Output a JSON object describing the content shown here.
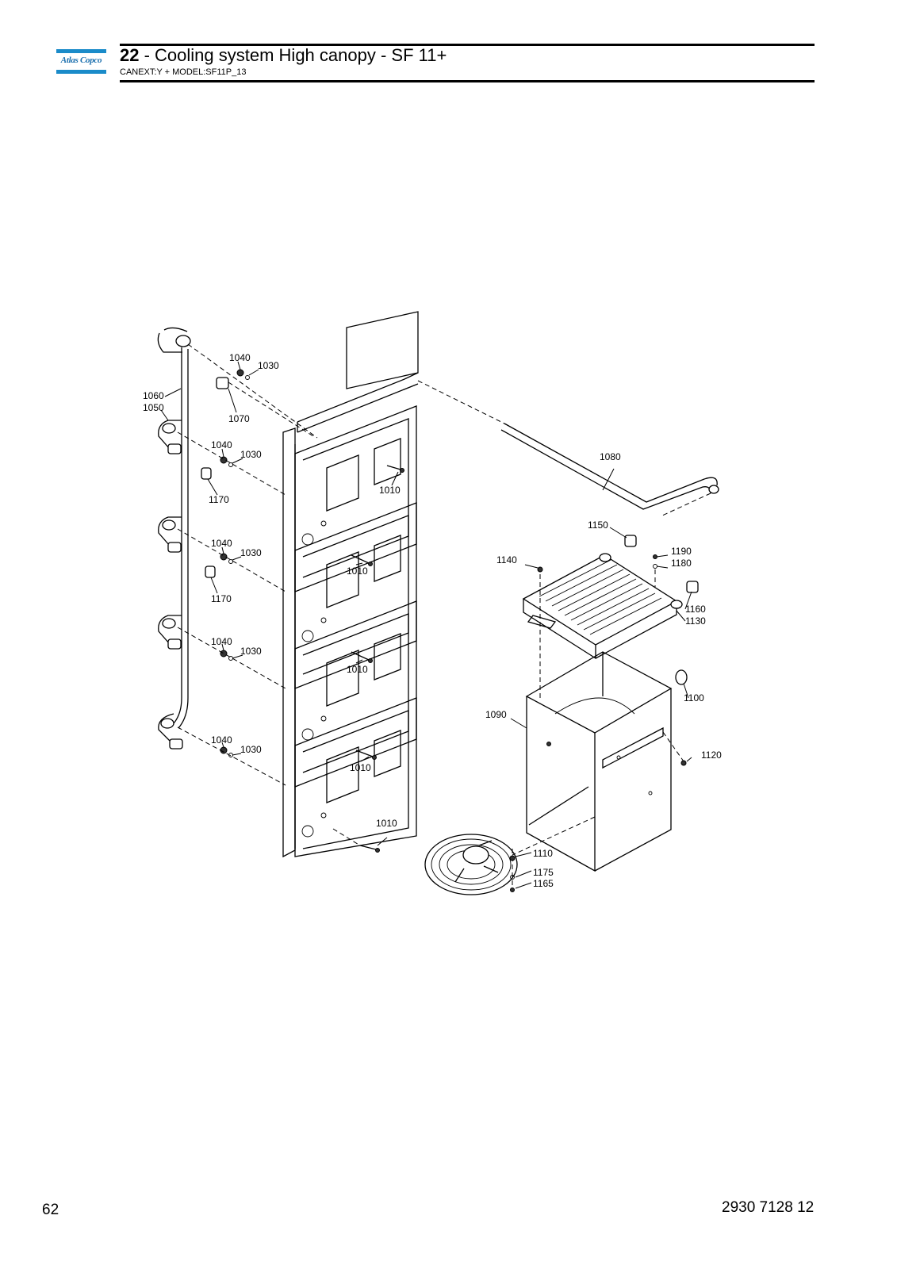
{
  "header": {
    "brand": "Atlas Copco",
    "section_number": "22",
    "title_rest": " - Cooling system High canopy - SF 11+",
    "subtitle": "CANEXT:Y + MODEL:SF11P_13"
  },
  "footer": {
    "page_number": "62",
    "document_number": "2930 7128 12"
  },
  "callouts": {
    "c1040a": "1040",
    "c1030a": "1030",
    "c1060": "1060",
    "c1050": "1050",
    "c1070": "1070",
    "c1040b": "1040",
    "c1030b": "1030",
    "c1170a": "1170",
    "c1010a": "1010",
    "c1040c": "1040",
    "c1030c": "1030",
    "c1010b": "1010",
    "c1170b": "1170",
    "c1040d": "1040",
    "c1030d": "1030",
    "c1010c": "1010",
    "c1040e": "1040",
    "c1030e": "1030",
    "c1010d": "1010",
    "c1010e": "1010",
    "c1080": "1080",
    "c1150": "1150",
    "c1140": "1140",
    "c1190": "1190",
    "c1180": "1180",
    "c1160": "1160",
    "c1130": "1130",
    "c1100": "1100",
    "c1090": "1090",
    "c1120": "1120",
    "c1110": "1110",
    "c1175": "1175",
    "c1165": "1165"
  }
}
